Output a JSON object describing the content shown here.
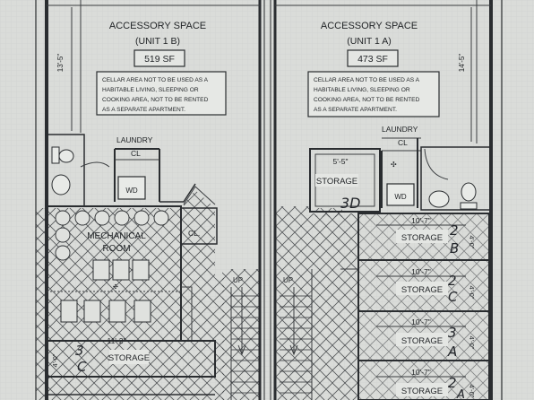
{
  "unit_b": {
    "title": "ACCESSORY SPACE",
    "unit": "(UNIT 1 B)",
    "area": "519 SF",
    "note": [
      "CELLAR AREA NOT TO BE USED AS A",
      "HABITABLE LIVING, SLEEPING OR",
      "COOKING AREA, NOT TO BE RENTED",
      "AS A SEPARATE APARTMENT."
    ],
    "height_dim": "13'-5\"",
    "laundry": "LAUNDRY",
    "cl": "CL",
    "wd": "WD",
    "mech_room": [
      "MECHANICAL",
      "ROOM"
    ],
    "closet": "CL.",
    "up": "UP",
    "storage_width": "11'-2\"",
    "storage_height": "4'-0\"",
    "storage_label": "STORAGE",
    "hand_note": [
      "3",
      "C"
    ]
  },
  "unit_a": {
    "title": "ACCESSORY SPACE",
    "unit": "(UNIT 1 A)",
    "area": "473 SF",
    "note": [
      "CELLAR AREA NOT TO BE USED AS A",
      "HABITABLE LIVING, SLEEPING OR",
      "COOKING AREA, NOT TO BE RENTED",
      "AS A SEPARATE APARTMENT."
    ],
    "height_dim": "14'-5\"",
    "laundry": "LAUNDRY",
    "cl": "CL",
    "wd": "WD",
    "up": "UP",
    "small_storage": {
      "dim": "5'-5\"",
      "label": "STORAGE",
      "hand": "3D"
    },
    "storages": [
      {
        "width": "10'-7\"",
        "height": "4'-0\"",
        "label": "STORAGE",
        "hand": [
          "2",
          "B"
        ]
      },
      {
        "width": "10'-7\"",
        "height": "4'-0\"",
        "label": "STORAGE",
        "hand": [
          "2",
          "C"
        ]
      },
      {
        "width": "10'-7\"",
        "height": "4'-0\"",
        "label": "STORAGE",
        "hand": [
          "3",
          "A"
        ]
      },
      {
        "width": "10'-7\"",
        "height": "4'-0\"",
        "label": "STORAGE",
        "hand": [
          "2",
          "A"
        ]
      }
    ]
  }
}
